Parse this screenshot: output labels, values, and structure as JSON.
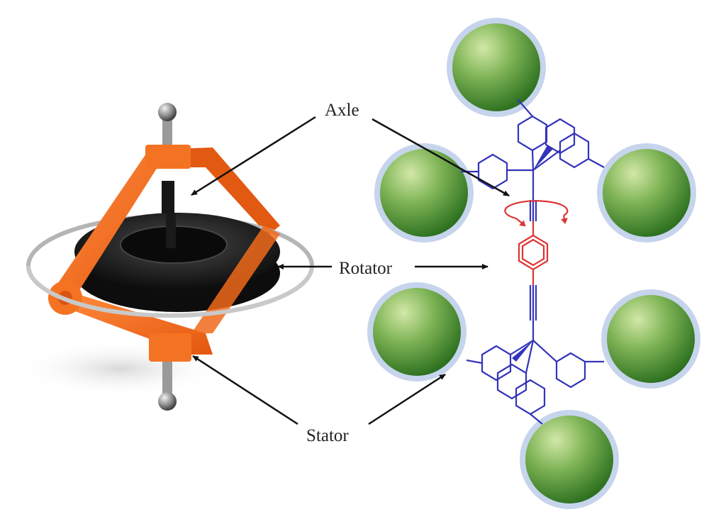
{
  "labels": {
    "axle": "Axle",
    "rotator": "Rotator",
    "stator": "Stator"
  },
  "colors": {
    "gyro_frame": "#f06a1a",
    "gyro_disk": "#151515",
    "stator_molecule": "#3333bb",
    "rotator_molecule": "#dd3333",
    "sphere_light": "#b8d98a",
    "sphere_dark": "#2f7a22",
    "sphere_ring": "#c6d4ec",
    "arrow": "#111111"
  },
  "icons": {
    "left_object": "toy-gyroscope",
    "right_object": "molecular-gyroscope-structure"
  }
}
